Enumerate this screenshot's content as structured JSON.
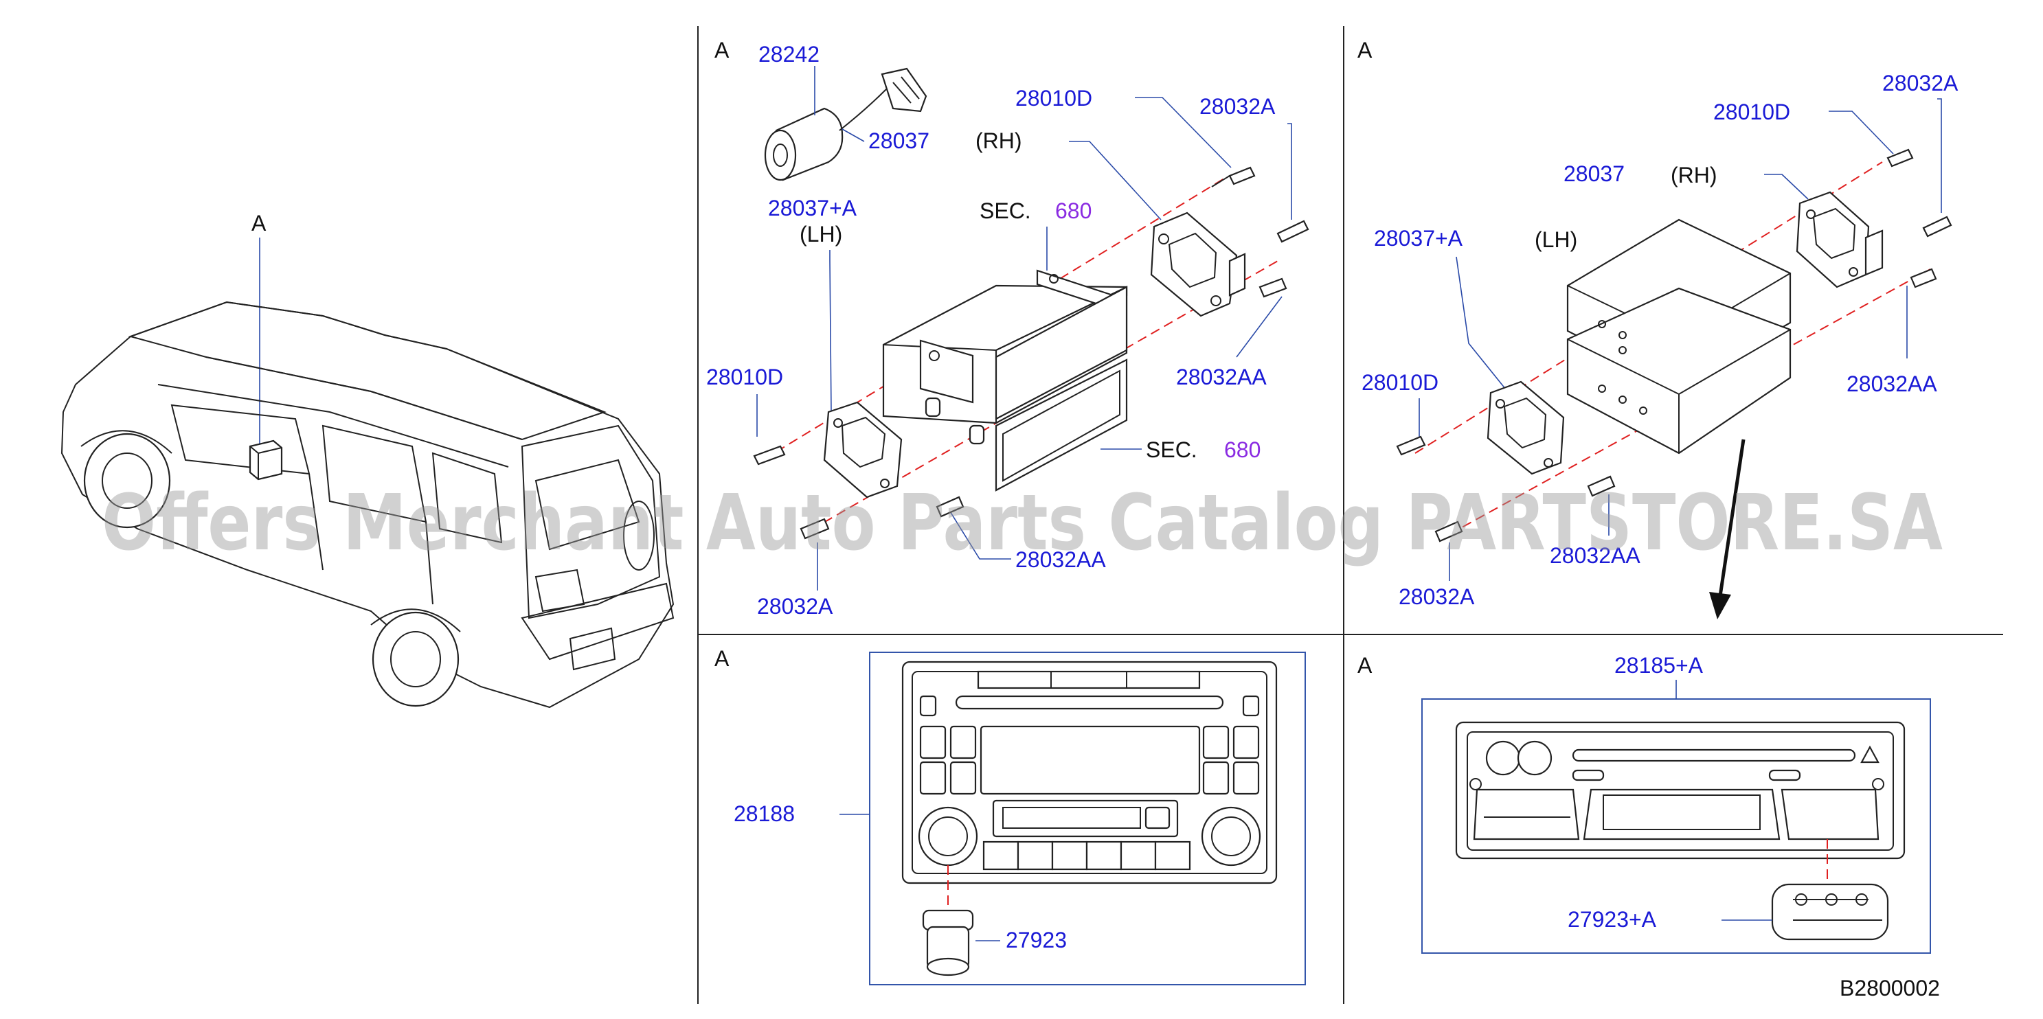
{
  "watermark": "Offers Merchant Auto Parts Catalog PARTSTORE.SA",
  "diagram_code": "B2800002",
  "vehicle_view": {
    "callout": "A"
  },
  "panel_top_left": {
    "callout": "A",
    "labels": {
      "p28242": "28242",
      "p28037": "28037",
      "p28010d_top": "28010D",
      "p28032a_top": "28032A",
      "rh": "(RH)",
      "p28037a": "28037+A",
      "lh": "(LH)",
      "sec_top": "SEC.",
      "sec_top_num": "680",
      "p28032aa_right": "28032AA",
      "p28010d_left": "28010D",
      "sec_bottom": "SEC.",
      "sec_bottom_num": "680",
      "p28032aa_bottom": "28032AA",
      "p28032a_bottom": "28032A"
    }
  },
  "panel_top_right": {
    "callout": "A",
    "labels": {
      "p28010d_top": "28010D",
      "p28032a_top": "28032A",
      "p28037": "28037",
      "rh": "(RH)",
      "p28037a": "28037+A",
      "lh": "(LH)",
      "p28010d_left": "28010D",
      "p28032aa_right": "28032AA",
      "p28032aa_bottom": "28032AA",
      "p28032a_bottom": "28032A"
    }
  },
  "panel_bottom_left": {
    "callout": "A",
    "labels": {
      "p28188": "28188",
      "p27923": "27923"
    }
  },
  "panel_bottom_right": {
    "callout": "A",
    "labels": {
      "p28185a": "28185+A",
      "p27923a": "27923+A"
    }
  }
}
